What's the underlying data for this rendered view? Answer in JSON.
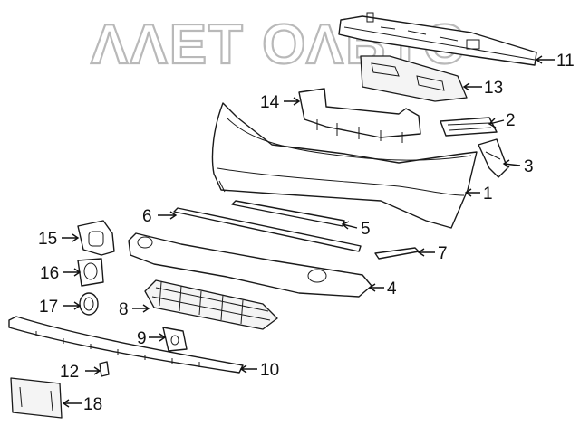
{
  "watermark": {
    "text": "ΛΛΕΤ ΟΛΒΤΟ"
  },
  "callouts": [
    {
      "id": "1",
      "label": "1"
    },
    {
      "id": "2",
      "label": "2"
    },
    {
      "id": "3",
      "label": "3"
    },
    {
      "id": "4",
      "label": "4"
    },
    {
      "id": "5",
      "label": "5"
    },
    {
      "id": "6",
      "label": "6"
    },
    {
      "id": "7",
      "label": "7"
    },
    {
      "id": "8",
      "label": "8"
    },
    {
      "id": "9",
      "label": "9"
    },
    {
      "id": "10",
      "label": "10"
    },
    {
      "id": "11",
      "label": "11"
    },
    {
      "id": "12",
      "label": "12"
    },
    {
      "id": "13",
      "label": "13"
    },
    {
      "id": "14",
      "label": "14"
    },
    {
      "id": "15",
      "label": "15"
    },
    {
      "id": "16",
      "label": "16"
    },
    {
      "id": "17",
      "label": "17"
    },
    {
      "id": "18",
      "label": "18"
    }
  ]
}
